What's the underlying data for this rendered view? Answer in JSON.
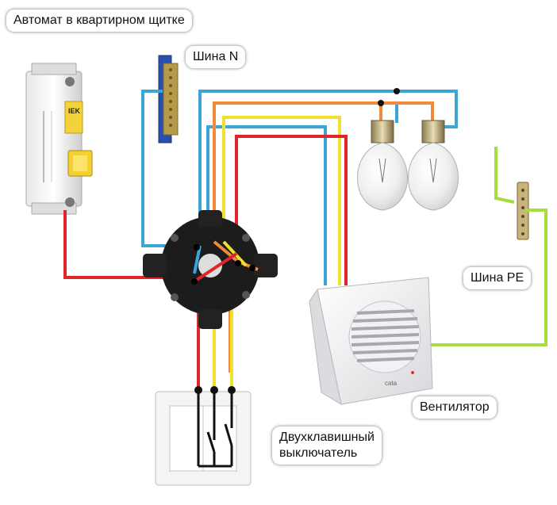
{
  "labels": {
    "breaker": "Автомат в квартирном щитке",
    "neutral_bus": "Шина N",
    "pe_bus": "Шина PE",
    "fan": "Вентилятор",
    "switch_line1": "Двухклавишный",
    "switch_line2": "выключатель"
  },
  "breaker_brand": "IEK",
  "fan_brand": "cata",
  "wire_colors": {
    "phase": "#e0262b",
    "neutral": "#3aa6d8",
    "orange": "#f08a3c",
    "yellow": "#f2e030",
    "ground": "#a6dc3c"
  },
  "icons": [
    "circuit-breaker-icon",
    "bus-bar-icon",
    "junction-box-icon",
    "light-bulb-icon",
    "fan-icon",
    "switch-icon"
  ]
}
